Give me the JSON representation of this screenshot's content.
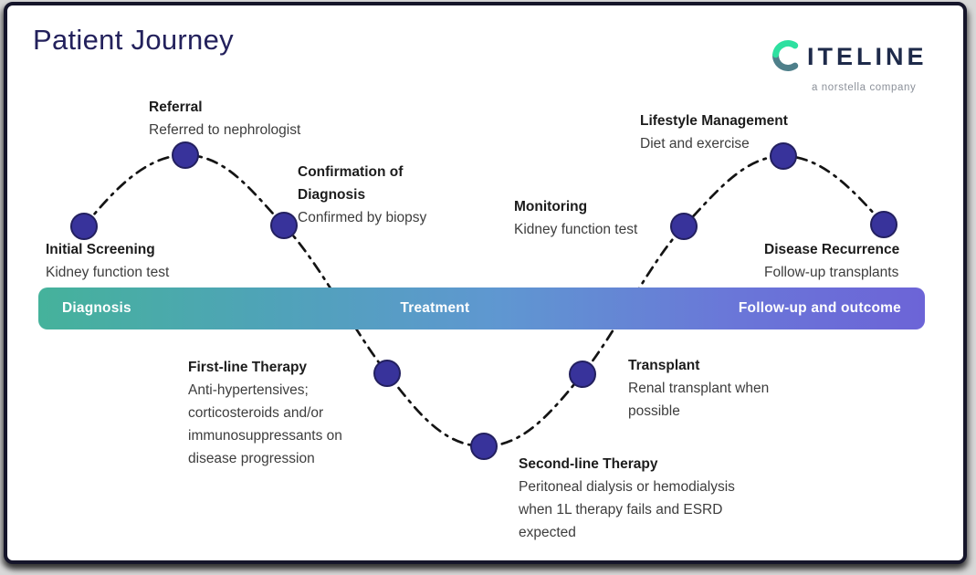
{
  "header": {
    "title": "Patient Journey"
  },
  "logo": {
    "wordmark_text": "ITELINE",
    "tagline": "a norstella company",
    "mark_green": "#2ee0a0",
    "mark_teal": "#4e7f8a",
    "wordmark_color": "#1e2a4a"
  },
  "timeline_bar": {
    "phases": [
      {
        "label": "Diagnosis"
      },
      {
        "label": "Treatment"
      },
      {
        "label": "Follow-up and outcome"
      }
    ],
    "gradient_start": "#45b29b",
    "gradient_mid": "#5f97d1",
    "gradient_end": "#6c64d7",
    "text_color": "#ffffff"
  },
  "journey": {
    "node_color": "#38339b",
    "node_edge_color": "#23205f",
    "line_color": "#141414",
    "nodes": [
      {
        "title": "Initial Screening",
        "desc": "Kidney function test"
      },
      {
        "title": "Referral",
        "desc": "Referred to nephrologist"
      },
      {
        "title": "Confirmation of Diagnosis",
        "desc": "Confirmed by biopsy"
      },
      {
        "title": "First-line Therapy",
        "desc": "Anti-hypertensives; corticosteroids and/or immunosuppressants on disease progression"
      },
      {
        "title": "Second-line Therapy",
        "desc": "Peritoneal dialysis or hemodialysis when 1L therapy fails and ESRD expected"
      },
      {
        "title": "Transplant",
        "desc": "Renal transplant when possible"
      },
      {
        "title": "Monitoring",
        "desc": "Kidney function test"
      },
      {
        "title": "Lifestyle Management",
        "desc": "Diet and exercise"
      },
      {
        "title": "Disease Recurrence",
        "desc": "Follow-up transplants"
      }
    ]
  }
}
